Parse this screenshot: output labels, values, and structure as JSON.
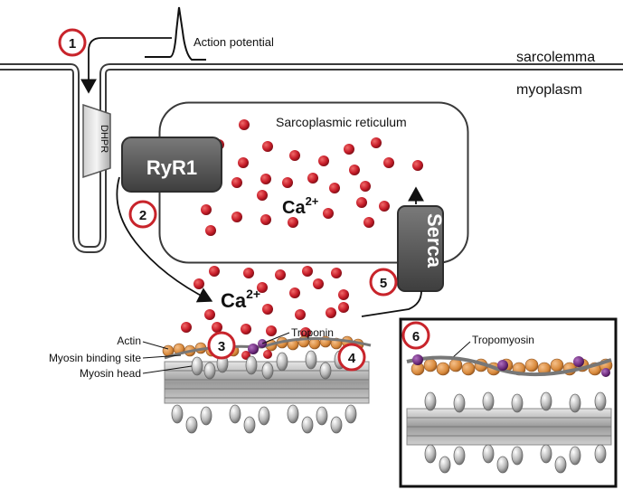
{
  "labels": {
    "action_potential": "Action potential",
    "sarcolemma": "sarcolemma",
    "myoplasm": "myoplasm",
    "sarcoplasmic_reticulum": "Sarcoplasmic reticulum",
    "dhpr": "DHPR",
    "ryr1": "RyR1",
    "serca": "Serca",
    "ca_base": "Ca",
    "ca_sup": "2+",
    "actin": "Actin",
    "myosin_binding_site": "Myosin binding site",
    "myosin_head": "Myosin head",
    "troponin": "Troponin",
    "tropomyosin": "Tropomyosin"
  },
  "steps": [
    "1",
    "2",
    "3",
    "4",
    "5",
    "6"
  ],
  "colors": {
    "step_ring": "#c8242b",
    "calcium": "#c81e2a",
    "actin": "#d98a3c",
    "troponin": "#6b2a7a",
    "protein": "#5c5c5c",
    "membrane": "#3a3a3a"
  }
}
